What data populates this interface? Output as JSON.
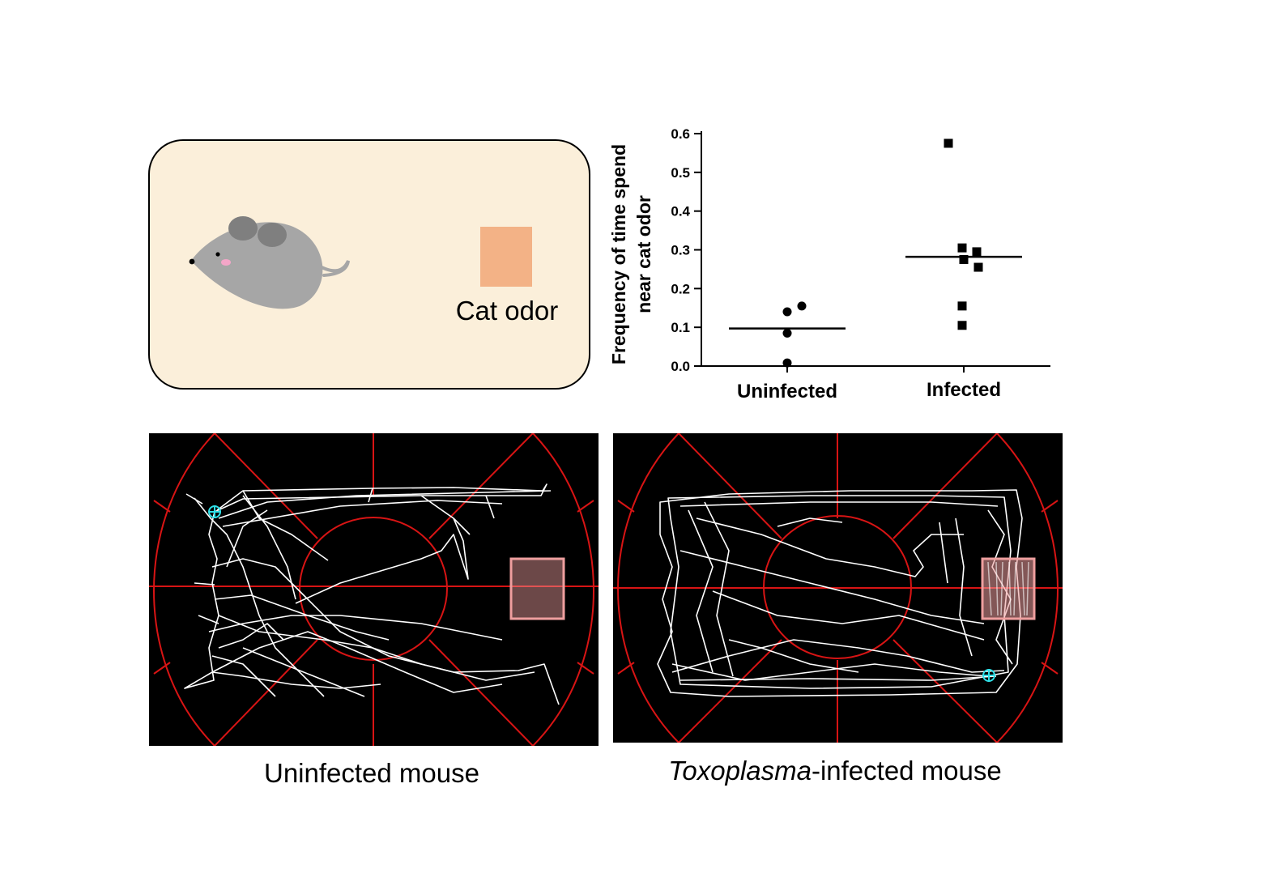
{
  "arena": {
    "label": "Cat odor",
    "colors": {
      "background": "#fbefda",
      "border": "#000000",
      "mouse": "#a6a6a6",
      "ear": "#7f7f7f",
      "nose_pink": "#f4a6c8",
      "cat_odor_patch": "#f3b286"
    },
    "icons": [
      "mouse-icon",
      "cat-odor-patch"
    ]
  },
  "chart_data": {
    "type": "scatter",
    "ylabel_line1": "Frequency of time spend",
    "ylabel_line2": "near cat odor",
    "categories": [
      "Uninfected",
      "Infected"
    ],
    "ylim": [
      0,
      0.6
    ],
    "yticks": [
      "0.0",
      "0.1",
      "0.2",
      "0.3",
      "0.4",
      "0.5",
      "0.6"
    ],
    "series": [
      {
        "category": "Uninfected",
        "marker": "circle",
        "values": [
          0.155,
          0.14,
          0.085,
          0.008
        ],
        "mean": 0.097
      },
      {
        "category": "Infected",
        "marker": "square",
        "values": [
          0.575,
          0.305,
          0.295,
          0.275,
          0.255,
          0.155,
          0.105
        ],
        "mean": 0.282
      }
    ],
    "colors": {
      "points": "#000000",
      "axis": "#000000"
    }
  },
  "tracks": {
    "left_caption": "Uninfected mouse",
    "right_caption_italic": "Toxoplasma",
    "right_caption_rest": "-infected mouse",
    "colors": {
      "background": "#000000",
      "grid": "#d81414",
      "track": "#ffffff",
      "odor_box": "#ef9f9f",
      "marker": "#2fe0e8"
    }
  }
}
